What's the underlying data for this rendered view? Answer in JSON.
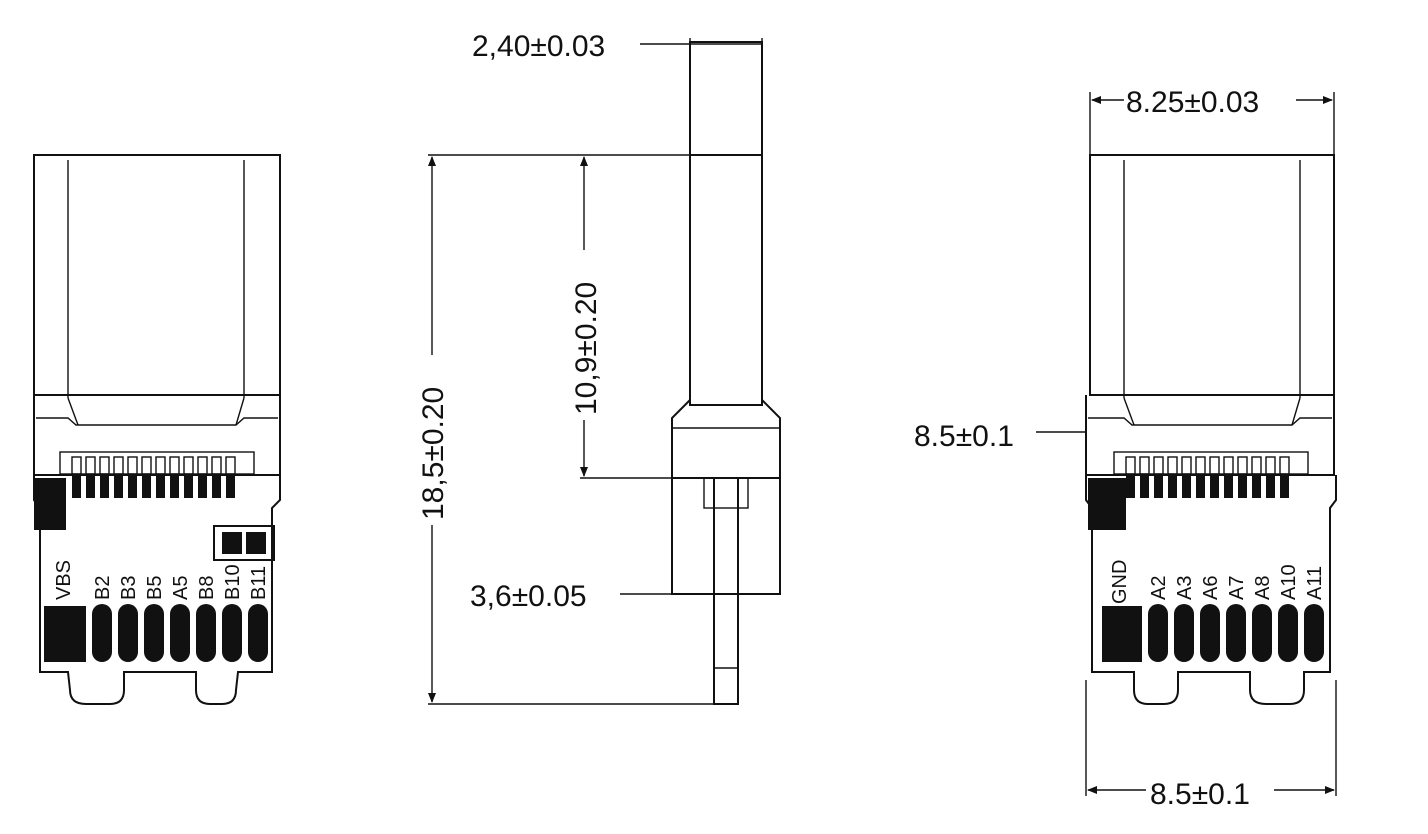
{
  "dimensions": {
    "side_tip_width": "2,40±0.03",
    "side_total_length": "18,5±0.20",
    "side_plug_length": "10,9±0.20",
    "side_body_thickness": "3,6±0.05",
    "right_plug_width": "8.25±0.03",
    "right_board_width": "8.5±0.1",
    "right_step_height": "8.5±0.1"
  },
  "left_view": {
    "ground_label": "VBS",
    "pins": [
      "B2",
      "B3",
      "B5",
      "A5",
      "B8",
      "B10",
      "B11"
    ]
  },
  "right_view": {
    "ground_label": "GND",
    "pins": [
      "A2",
      "A3",
      "A6",
      "A7",
      "A8",
      "A10",
      "A11"
    ]
  }
}
